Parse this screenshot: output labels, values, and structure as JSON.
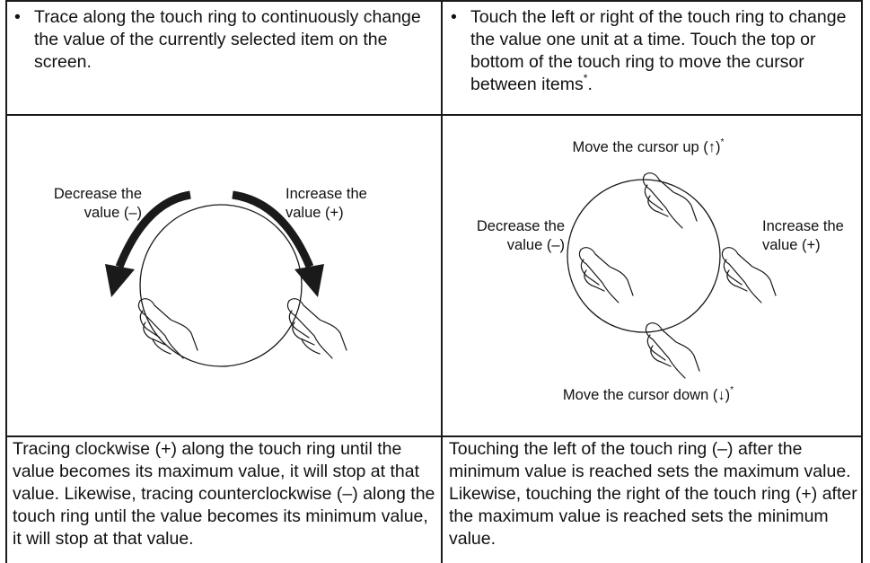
{
  "top": {
    "left_bullet": "•",
    "left_text": "Trace along the touch ring to continuously change the value of the currently selected item on the screen.",
    "right_bullet": "•",
    "right_text_before_mark": "Touch the left or right of the touch ring to change the value one unit at a time. Touch the top or bottom of the touch ring to move the cursor between items",
    "right_text_mark": "*",
    "right_text_after_mark": "."
  },
  "left_figure": {
    "decrease_line1": "Decrease the",
    "decrease_line2": "value (–)",
    "increase_line1": "Increase the",
    "increase_line2": "value (+)"
  },
  "right_figure": {
    "up_text": "Move the cursor up (↑)",
    "up_mark": "*",
    "decrease_line1": "Decrease the",
    "decrease_line2": "value (–)",
    "increase_line1": "Increase the",
    "increase_line2": "value (+)",
    "down_text": "Move the cursor down (↓)",
    "down_mark": "*"
  },
  "bottom": {
    "left_text": "Tracing clockwise (+) along the touch ring until the value becomes its maximum value, it will stop at that value. Likewise, tracing counterclockwise (–) along the touch ring until the value becomes its minimum value, it will stop at that value.",
    "right_text": "Touching the left of the touch ring (–) after the minimum value is reached sets the maximum value. Likewise, touching the right of the touch ring (+) after the maximum value is reached sets the minimum value."
  }
}
